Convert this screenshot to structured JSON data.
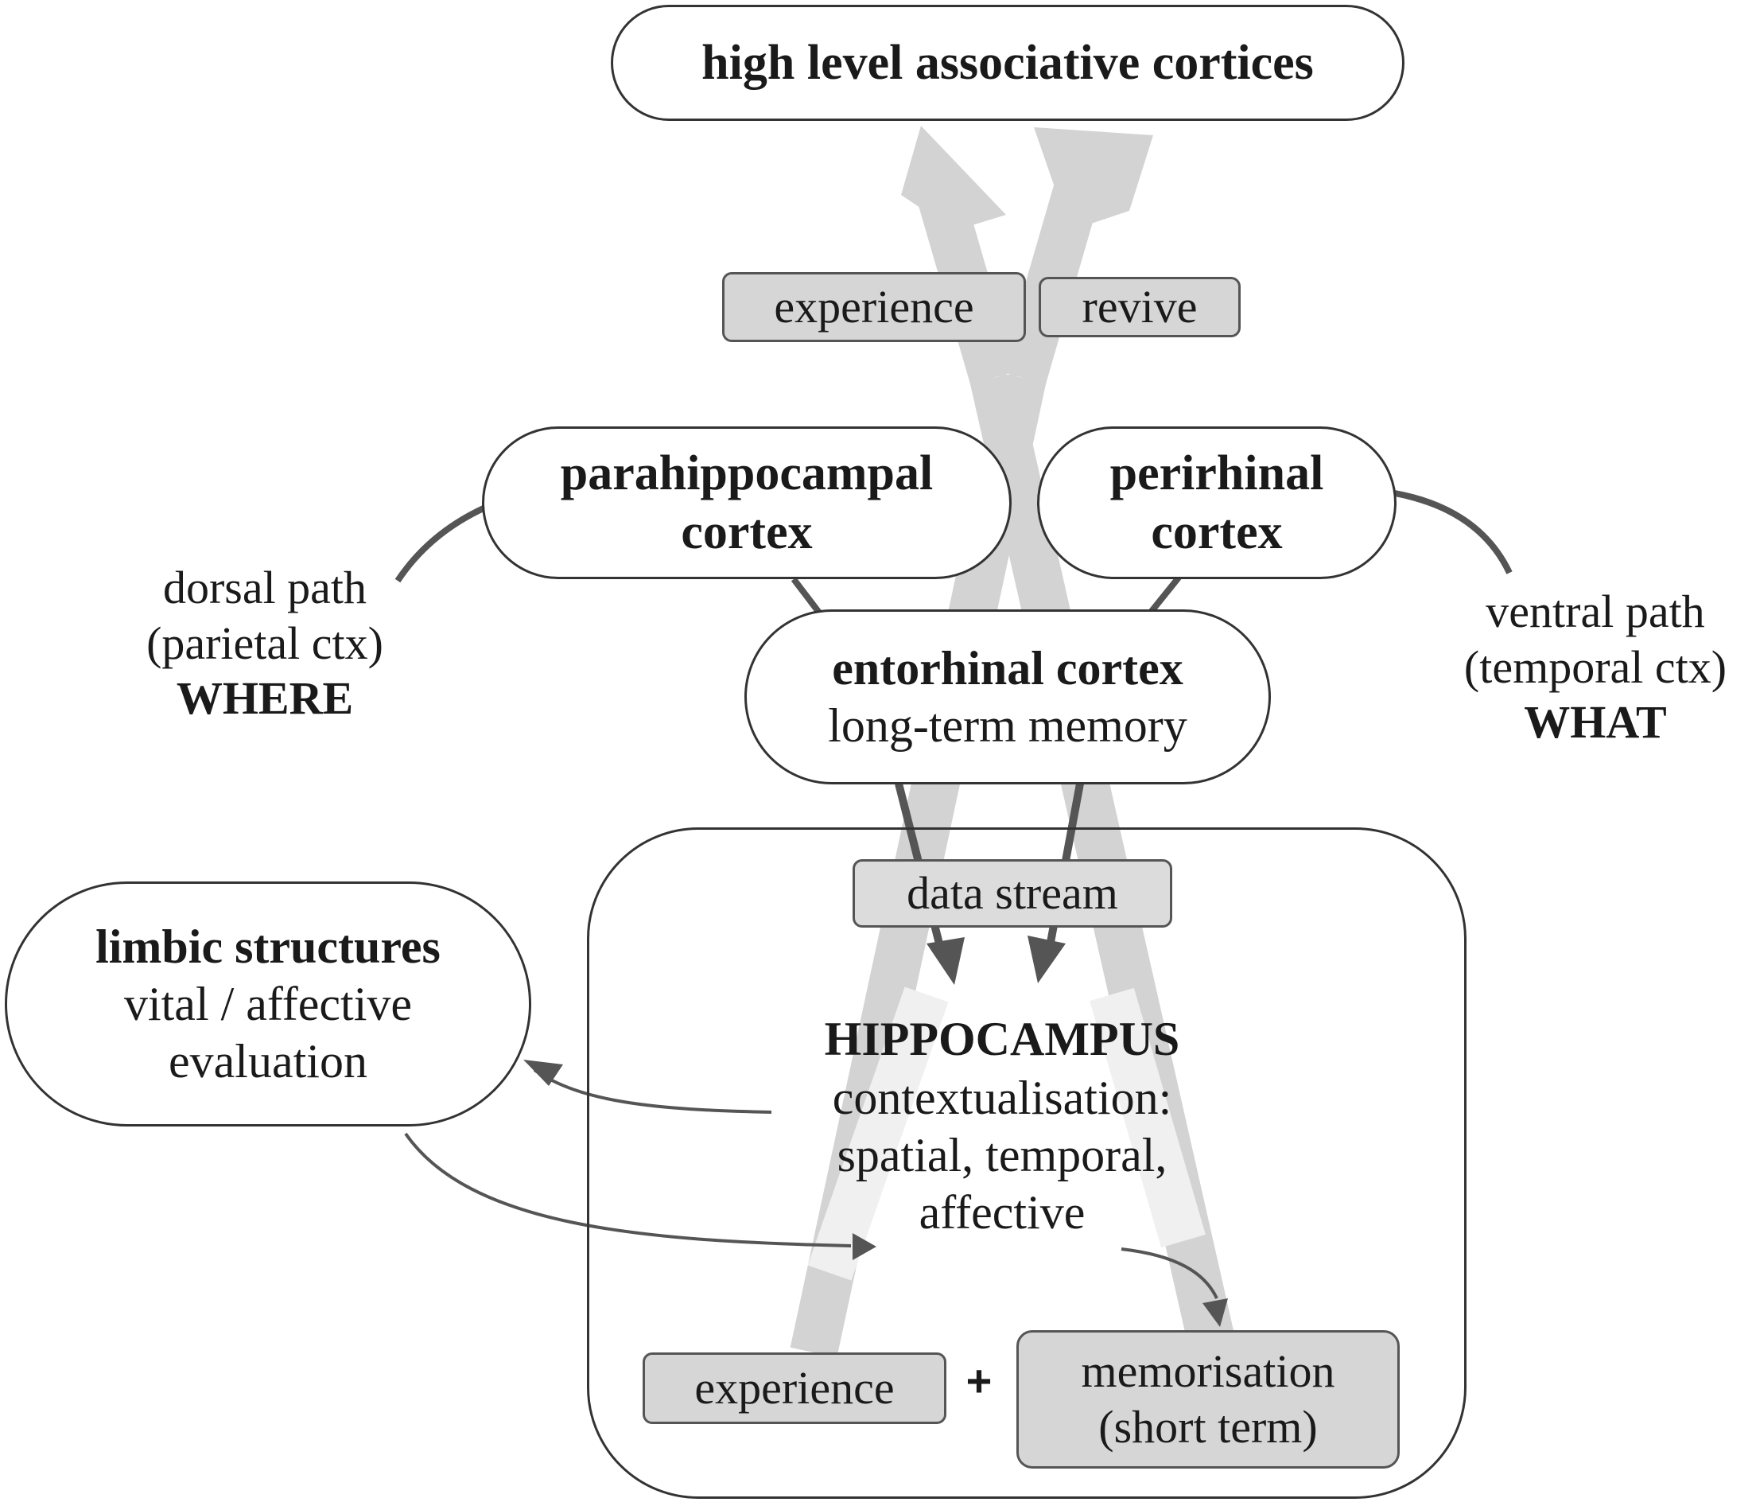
{
  "diagram": {
    "top": {
      "title": "high level associative cortices"
    },
    "arrow_tags": {
      "experience": "experience",
      "revive": "revive"
    },
    "parahippocampal": {
      "line1": "parahippocampal",
      "line2": "cortex"
    },
    "perirhinal": {
      "line1": "perirhinal",
      "line2": "cortex"
    },
    "dorsal": {
      "line1": "dorsal path",
      "line2": "(parietal ctx)",
      "line3": "WHERE"
    },
    "ventral": {
      "line1": "ventral path",
      "line2": "(temporal ctx)",
      "line3": "WHAT"
    },
    "entorhinal": {
      "title": "entorhinal cortex",
      "subtitle": "long-term memory"
    },
    "data_stream": "data stream",
    "limbic": {
      "title": "limbic structures",
      "line2": "vital / affective",
      "line3": "evaluation"
    },
    "hippocampus": {
      "title": "HIPPOCAMPUS",
      "line1": "contextualisation:",
      "line2": "spatial, temporal,",
      "line3": "affective"
    },
    "bottom": {
      "experience": "experience",
      "plus": "+",
      "memorisation_line1": "memorisation",
      "memorisation_line2": "(short term)"
    },
    "colors": {
      "band": "#d3d3d3",
      "band_light": "#f0f0f0",
      "tag_fill": "#d6d6d6",
      "stroke": "#333333",
      "arrow": "#555555"
    }
  }
}
